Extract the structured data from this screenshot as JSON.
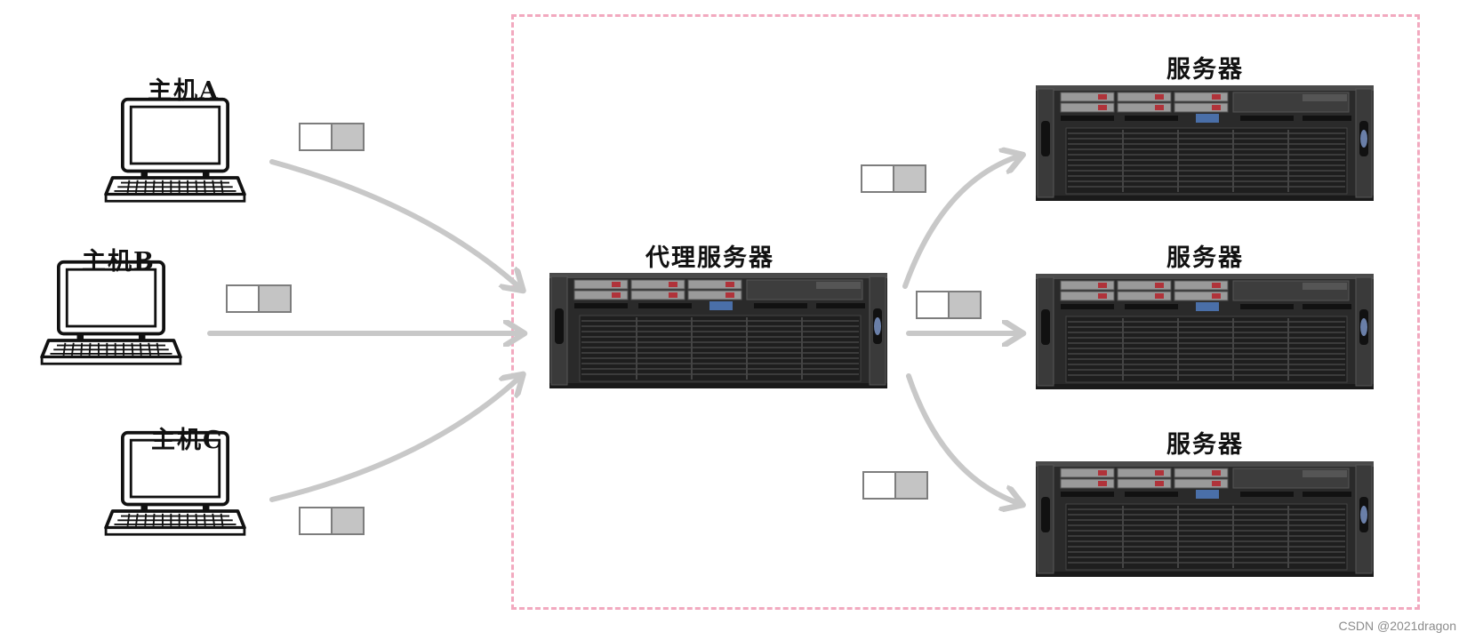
{
  "hosts": [
    {
      "label": "主机A"
    },
    {
      "label": "主机B"
    },
    {
      "label": "主机C"
    }
  ],
  "proxy": {
    "label": "代理服务器"
  },
  "servers": [
    {
      "label": "服务器"
    },
    {
      "label": "服务器"
    },
    {
      "label": "服务器"
    }
  ],
  "watermark": "CSDN @2021dragon",
  "colors": {
    "arrow": "#c8c8c8",
    "dashed_border": "#f2a9bf",
    "server_body": "#2b2b2b",
    "packet_fill": "#c4c4c4"
  }
}
